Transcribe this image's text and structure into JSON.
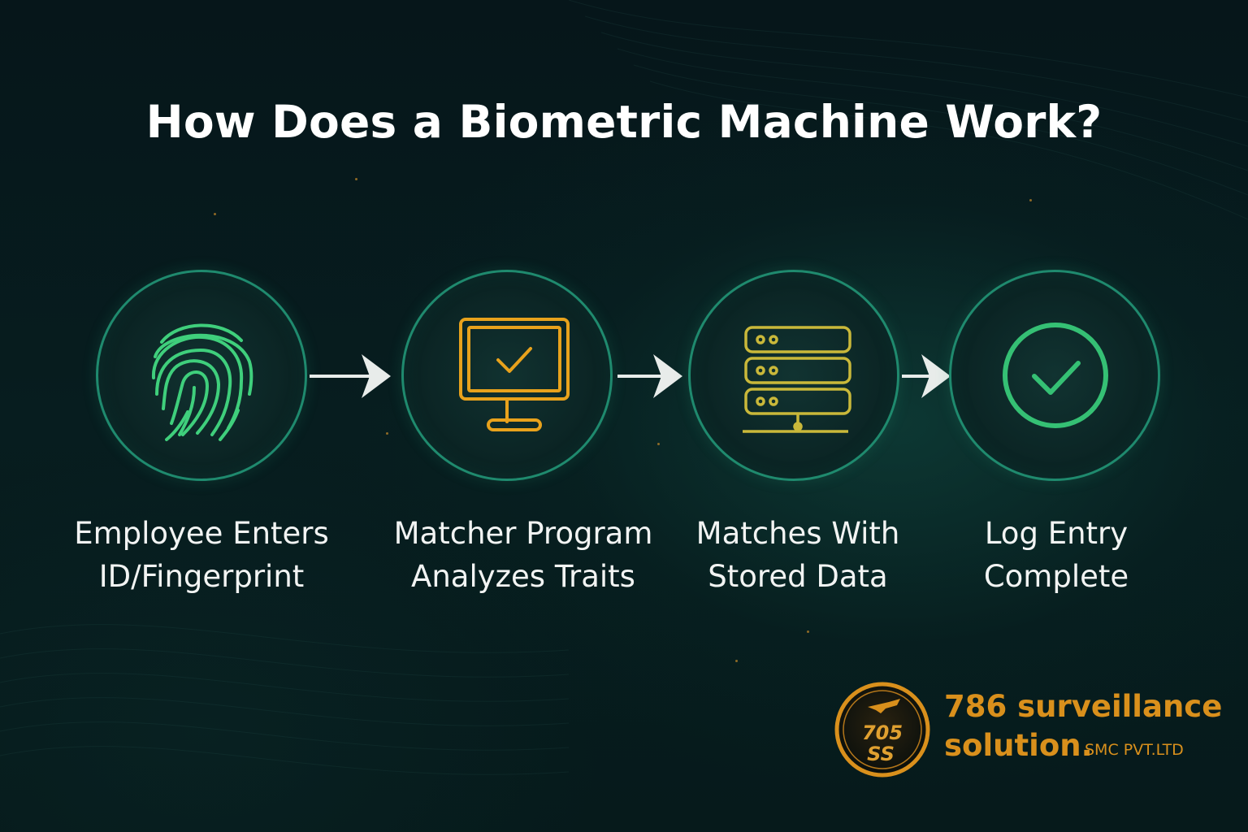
{
  "title": "How Does a Biometric Machine Work?",
  "steps": [
    {
      "line1": "Employee Enters",
      "line2": "ID/Fingerprint",
      "icon": "fingerprint-icon",
      "icon_color": "#3fcf7c"
    },
    {
      "line1": "Matcher Program",
      "line2": "Analyzes Traits",
      "icon": "monitor-check-icon",
      "icon_color": "#e8a21c"
    },
    {
      "line1": "Matches With",
      "line2": "Stored Data",
      "icon": "server-icon",
      "icon_color": "#c9b83a"
    },
    {
      "line1": "Log Entry",
      "line2": "Complete",
      "icon": "check-circle-icon",
      "icon_color": "#35c074"
    }
  ],
  "brand": {
    "logo_text_top": "705",
    "logo_text_bottom": "SS",
    "name_line1": "786 surveillance",
    "name_line2": "solution.",
    "suffix": "SMC PVT.LTD",
    "color": "#d9901c"
  },
  "colors": {
    "background": "#06171a",
    "circle_border": "#1f8a6e",
    "arrow": "#e8ecea",
    "title": "#ffffff"
  }
}
